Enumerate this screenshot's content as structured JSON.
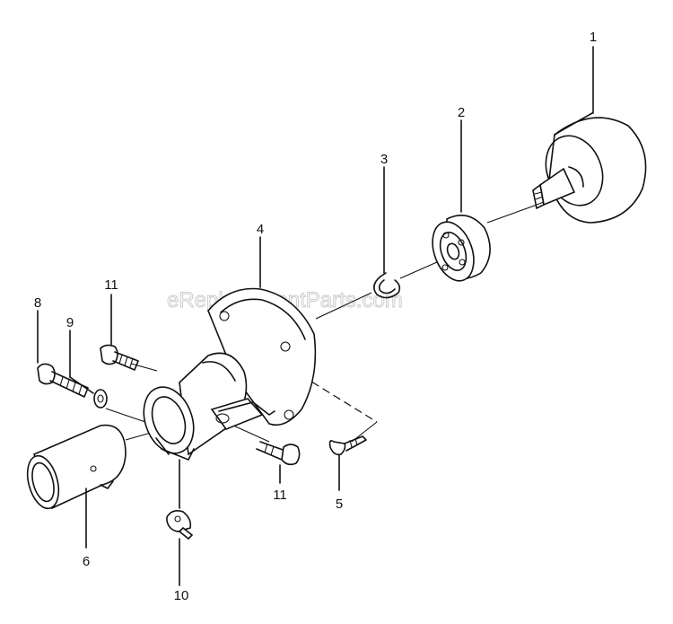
{
  "watermark": "eReplacementParts.com",
  "callouts": {
    "p1": "1",
    "p2": "2",
    "p3": "3",
    "p4": "4",
    "p5": "5",
    "p6": "6",
    "p8": "8",
    "p9": "9",
    "p10": "10",
    "p11a": "11",
    "p11b": "11"
  }
}
